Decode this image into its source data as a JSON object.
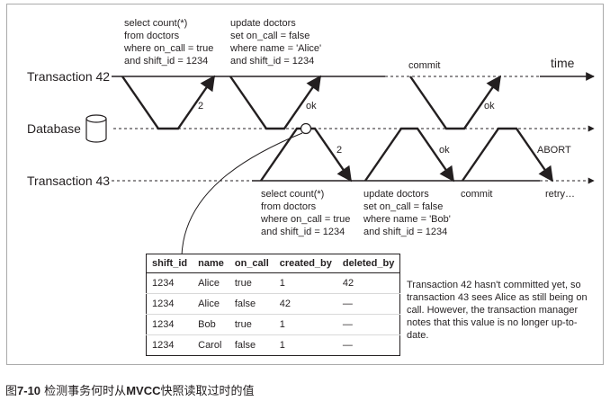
{
  "lanes": {
    "t42": "Transaction 42",
    "db": "Database",
    "t43": "Transaction 43",
    "time": "time"
  },
  "t42": {
    "q1": [
      "select count(*)",
      "from doctors",
      "where on_call = true",
      "and shift_id = 1234"
    ],
    "r1": "2",
    "q2": [
      "update doctors",
      "set on_call = false",
      "where name = 'Alice'",
      "and shift_id = 1234"
    ],
    "r2": "ok",
    "commit": "commit",
    "r3": "ok"
  },
  "t43": {
    "q1": [
      "select count(*)",
      "from doctors",
      "where on_call = true",
      "and shift_id = 1234"
    ],
    "r1": "2",
    "q2": [
      "update doctors",
      "set on_call = false",
      "where name = 'Bob'",
      "and shift_id = 1234"
    ],
    "r2": "ok",
    "commit": "commit",
    "abort": "ABORT",
    "retry": "retry…"
  },
  "table": {
    "headers": [
      "shift_id",
      "name",
      "on_call",
      "created_by",
      "deleted_by"
    ],
    "rows": [
      [
        "1234",
        "Alice",
        "true",
        "1",
        "42"
      ],
      [
        "1234",
        "Alice",
        "false",
        "42",
        "—"
      ],
      [
        "1234",
        "Bob",
        "true",
        "1",
        "—"
      ],
      [
        "1234",
        "Carol",
        "false",
        "1",
        "—"
      ]
    ]
  },
  "note": "Transaction 42 hasn't committed yet, so transaction 43 sees Alice as still being on call. However, the transaction manager notes that this value is no longer up-to-date.",
  "caption": {
    "prefix": "图",
    "number": "7-10",
    "text_a": " 检测事务何时从",
    "mvcc": "MVCC",
    "text_b": "快照读取过时的值"
  },
  "colors": {
    "ink": "#231f20",
    "frame": "#aaaaaa"
  }
}
